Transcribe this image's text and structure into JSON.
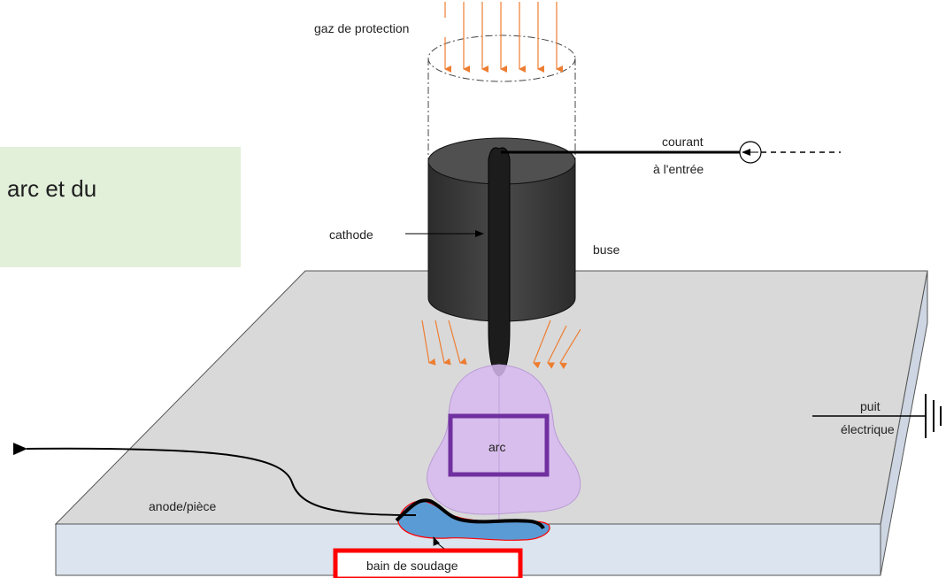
{
  "header": {
    "text": "arc et du"
  },
  "labels": {
    "gas": "gaz de protection",
    "current_line1": "courant",
    "current_line2": "à l'entrée",
    "cathode": "cathode",
    "nozzle": "buse",
    "arc": "arc",
    "sink_line1": "puit",
    "sink_line2": "électrique",
    "anode": "anode/pièce",
    "pool": "bain de soudage"
  },
  "colors": {
    "header_bg": "#e2efd9",
    "plate_top": "#d9d9d9",
    "plate_front": "#dbe4ef",
    "nozzle": "#3a3a3a",
    "electrode": "#1c1c1c",
    "arc_fill": "#d7b8ef",
    "arc_box": "#7030a0",
    "pool_fill": "#5b9bd5",
    "pool_box": "#ff0000",
    "gas_arrows": "#ed7d31"
  },
  "icons": [
    "current-source-icon",
    "ground-symbol-icon",
    "gas-flow-arrows"
  ]
}
